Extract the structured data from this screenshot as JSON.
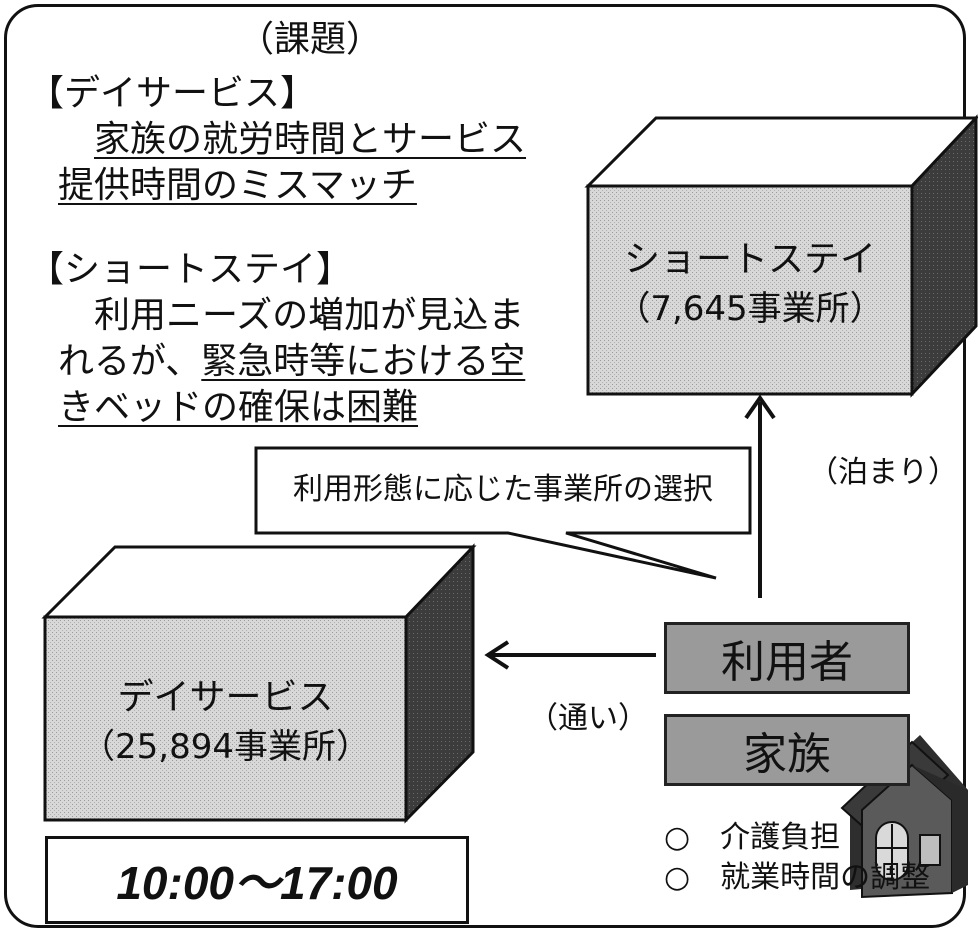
{
  "title": "（課題）",
  "day_service_heading": "【デイサービス】",
  "day_service_issue": {
    "prefix": "　",
    "line1_underlined": "家族の就労時間とサービス",
    "line2_underlined": "提供時間のミスマッチ"
  },
  "short_stay_heading": "【ショートステイ】",
  "short_stay_issue": {
    "line1": "　利用ニーズの増加が見込ま",
    "line2_plain": "れるが、",
    "line2_underlined": "緊急時等における空",
    "line3_underlined": "きベッドの確保は困難"
  },
  "short_stay_box": {
    "name": "ショートステイ",
    "count": "（7,645事業所）"
  },
  "day_service_box": {
    "name": "デイサービス",
    "count": "（25,894事業所）"
  },
  "hours": "10:00～17:00",
  "callout": "利用形態に応じた事業所の選択",
  "stay_label": "（泊まり）",
  "commute_label": "（通い）",
  "user_label": "利用者",
  "family_label": "家族",
  "burdens": [
    "○　介護負担",
    "○　就業時間の調整"
  ],
  "colors": {
    "box_front": "#d6d6d6",
    "box_top": "#ffffff",
    "box_side": "#3c3c3c",
    "pill": "#9a9a9a",
    "house": "#3a3a3a"
  }
}
